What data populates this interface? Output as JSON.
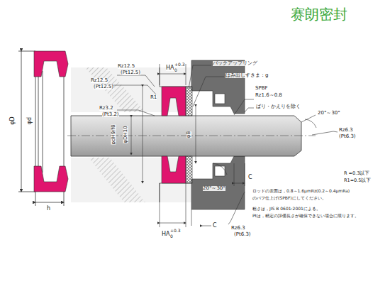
{
  "diagram": {
    "labels": [
      "赛朗密封",
      "Rz12.5",
      "(Pt12.5)",
      "Rz12.5",
      "(Pt12.5)",
      "HA",
      "+0.3",
      "0",
      "バックアップリング",
      "はみ出しすきま：g",
      "SPBF",
      "Rz1.6～0.8",
      "ばり・かえりを除く",
      "R1",
      "Rz3.2",
      "(Pt3.2)",
      "20°～30°",
      "Rz6.3",
      "(Pt6.3)",
      "φD",
      "φd",
      "h",
      "φdH9/f8",
      "φDH10",
      "φB",
      "R =0.3以下",
      "R1=0.5以下",
      "ロッドの表面は，0.8～1.6μmRz(0.2～0.4μmRa)",
      "のバフ仕上げ(SPBF)にしてください。",
      "粗さは，JIS B 0601:2001による。",
      "Ptは，精定の評価長さが確保できない場合に限ります。",
      "C",
      "20°～30°",
      "Rz6.3",
      "(Pt6.3)",
      "HA",
      "+0.3",
      "0",
      "C"
    ]
  }
}
